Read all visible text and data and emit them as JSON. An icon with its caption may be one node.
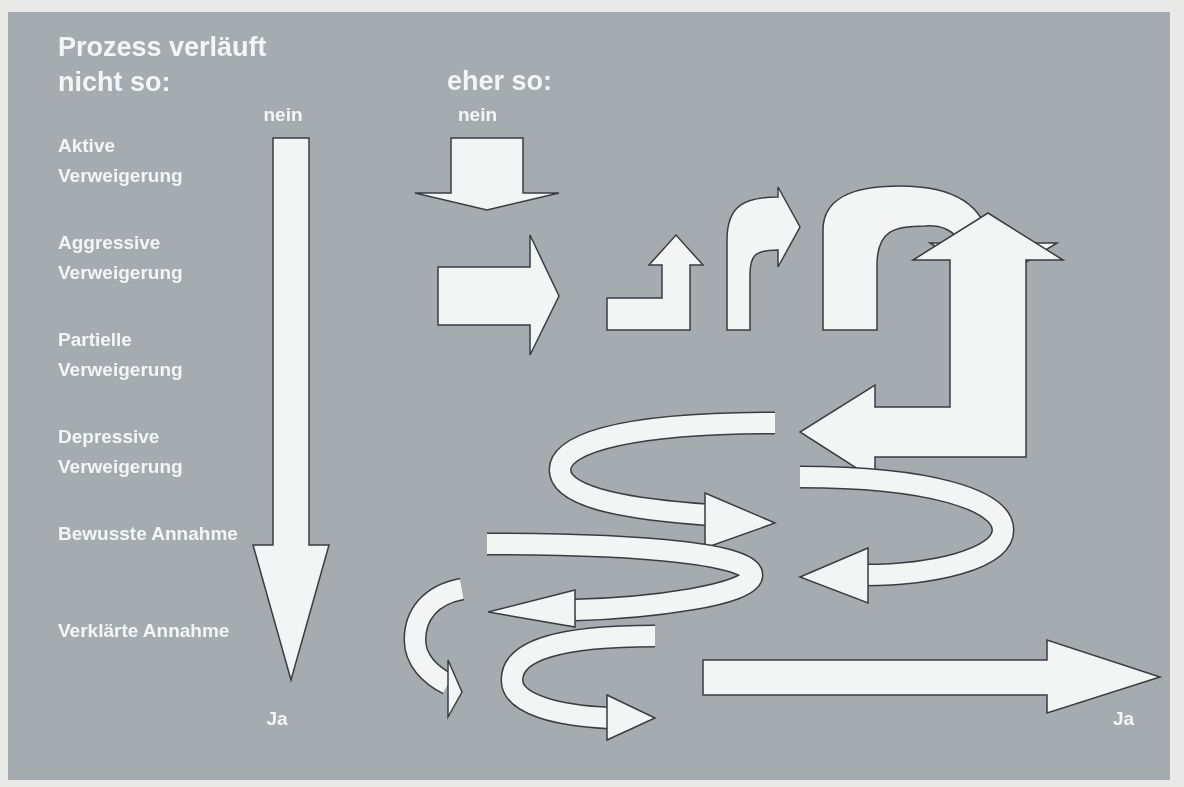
{
  "diagram": {
    "title": "Prozess verläuft nicht so:",
    "nodes": [
      {
        "text": [
          "nein"
        ]
      },
      {
        "text": [
          "Ja"
        ]
      }
    ],
    "edges": [
      {
        "from": 0,
        "to": 1,
        "arrow": "to"
      }
    ],
    "labels": [
      "eher so:",
      "nein",
      "Aktive Verweigerung",
      "Aggressive Verweigerung",
      "Partielle Verweigerung",
      "Depressive Verweigerung",
      "Bewusste Annahme",
      "Verklärte Annahme",
      "Ja"
    ]
  }
}
